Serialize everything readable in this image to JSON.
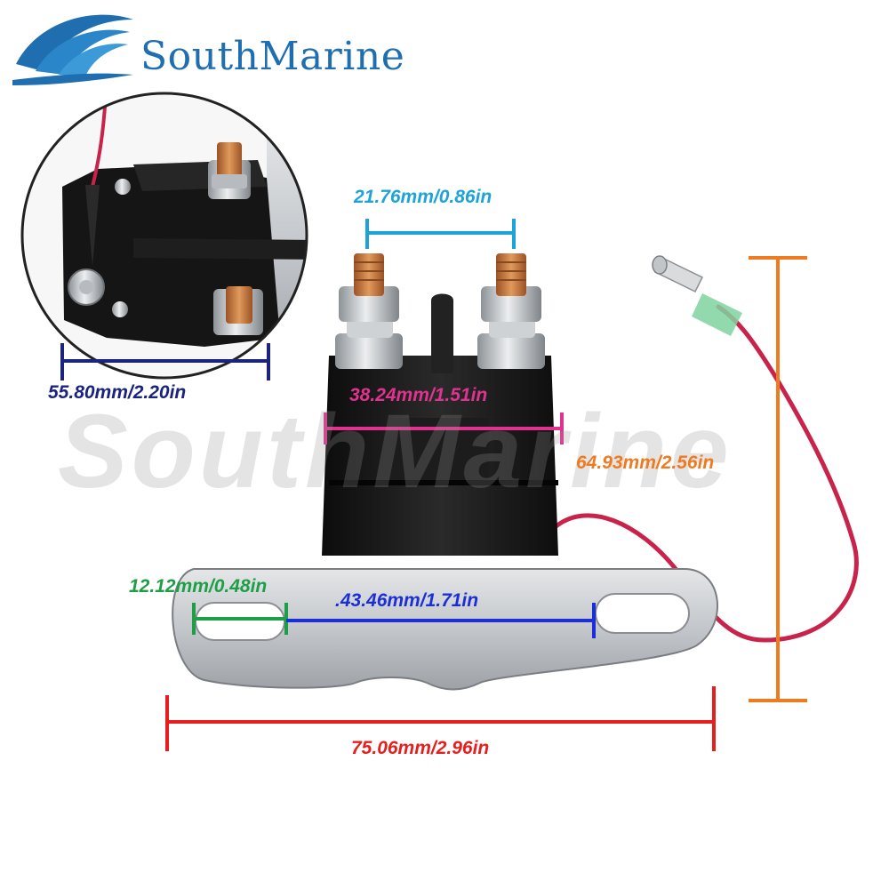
{
  "brand": {
    "name": "SouthMarine",
    "watermark": "SouthMarine"
  },
  "dimensions": {
    "inset_width": "55.80mm/2.20in",
    "terminal_spacing": "21.76mm/0.86in",
    "body_width": "38.24mm/1.51in",
    "total_height": "64.93mm/2.56in",
    "slot_width": "12.12mm/0.48in",
    "hole_spacing": ".43.46mm/1.71in",
    "bracket_length": "75.06mm/2.96in"
  },
  "colors": {
    "brand": "#1f6fb0",
    "inset_width": "#1a237e",
    "terminal_spacing": "#1ea3d8",
    "body_width": "#e0338f",
    "total_height": "#f07a20",
    "slot_width": "#1e9e47",
    "hole_spacing": "#1c2fd6",
    "bracket_length": "#e61e1e",
    "body": "#1a1a1a",
    "bracket": "#c9ccd0",
    "copper": "#c8763a",
    "wire": "#c8234a"
  }
}
